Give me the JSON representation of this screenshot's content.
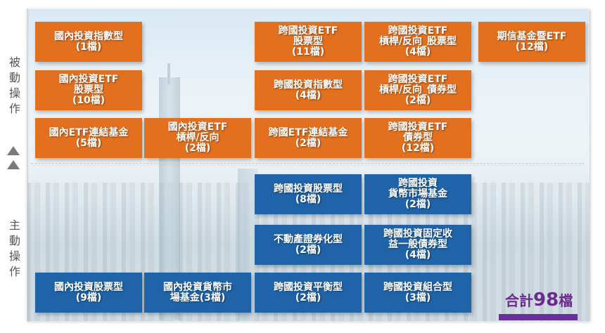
{
  "side_labels": {
    "passive": "被\n動\n操\n作",
    "active": "主\n動\n操\n作"
  },
  "colors": {
    "passive_box": "#e2701f",
    "active_box": "#1f63a8",
    "total": "#6a2b8f"
  },
  "passive_boxes": [
    {
      "label": "國內投資指數型\n(1檔)"
    },
    {
      "label": "國內投資ETF\n股票型\n(10檔)"
    },
    {
      "label": "國內ETF連結基金\n(5檔)"
    },
    {
      "label": "國內投資ETF\n槓桿/反向\n(2檔)"
    },
    {
      "label": "跨國投資ETF\n股票型\n(11檔)"
    },
    {
      "label": "跨國投資指數型\n(4檔)"
    },
    {
      "label": "跨國ETF連結基金\n(2檔)"
    },
    {
      "label": "跨國投資ETF\n槓桿/反向_股票型\n(4檔)"
    },
    {
      "label": "跨國投資ETF\n槓桿/反向_債券型\n(2檔)"
    },
    {
      "label": "跨國投資ETF\n債券型\n(12檔)"
    },
    {
      "label": "期信基金暨ETF\n(12檔)"
    }
  ],
  "active_boxes": [
    {
      "label": "跨國投資股票型\n(8檔)"
    },
    {
      "label": "跨國投資\n貨幣市場基金\n(2檔)"
    },
    {
      "label": "不動產證券化型\n(2檔)"
    },
    {
      "label": "跨國投資固定收\n益一般債券型\n(4檔)"
    },
    {
      "label": "國內投資股票型\n(9檔)"
    },
    {
      "label": "國內投資貨幣市\n場基金(3檔)"
    },
    {
      "label": "跨國投資平衡型\n(2檔)"
    },
    {
      "label": "跨國投資組合型\n(3檔)"
    }
  ],
  "total": {
    "prefix": "合計",
    "number": "98",
    "suffix": "檔"
  }
}
